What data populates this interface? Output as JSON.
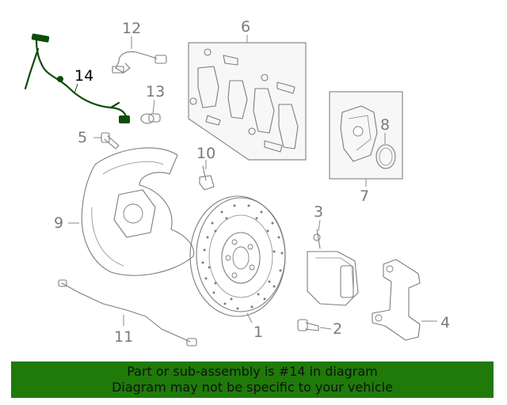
{
  "callouts": {
    "c1": "1",
    "c2": "2",
    "c3": "3",
    "c4": "4",
    "c5": "5",
    "c6": "6",
    "c7": "7",
    "c8": "8",
    "c9": "9",
    "c10": "10",
    "c11": "11",
    "c12": "12",
    "c13": "13",
    "c14": "14"
  },
  "highlighted_part": "14",
  "colors": {
    "highlight_wire": "#0b4d0b",
    "banner_bg": "#1f7a0a",
    "parts": "#7d7d7d"
  },
  "banner": {
    "line1": "Part or sub-assembly is #14 in diagram",
    "line2": "Diagram may not be specific to your vehicle"
  }
}
